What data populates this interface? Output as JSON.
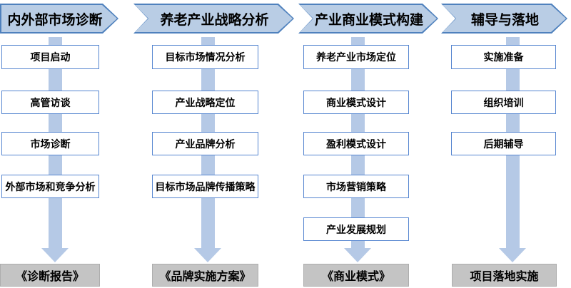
{
  "diagram": {
    "colors": {
      "banner_fill": "#b9cde5",
      "banner_border": "#4f81bd",
      "step_border": "#5585d0",
      "flow_arrow_fill": "#b5c9e6",
      "output_fill": "#c4c4c4",
      "output_border": "#adadad",
      "text": "#000000"
    },
    "columns": [
      {
        "header": "内外部市场诊断",
        "steps": [
          "项目启动",
          "高管访谈",
          "市场诊断",
          "外部市场和竞争分析"
        ],
        "output": "《诊断报告》"
      },
      {
        "header": "养老产业战略分析",
        "steps": [
          "目标市场情况分析",
          "产业战略定位",
          "产业品牌分析",
          "目标市场品牌传播策略"
        ],
        "output": "《品牌实施方案》"
      },
      {
        "header": "产业商业模式构建",
        "steps": [
          "养老产业市场定位",
          "商业模式设计",
          "盈利模式设计",
          "市场营销策略",
          "产业发展规划"
        ],
        "output": "《商业模式》"
      },
      {
        "header": "辅导与落地",
        "steps": [
          "实施准备",
          "组织培训",
          "后期辅导"
        ],
        "output": "项目落地实施"
      }
    ]
  }
}
